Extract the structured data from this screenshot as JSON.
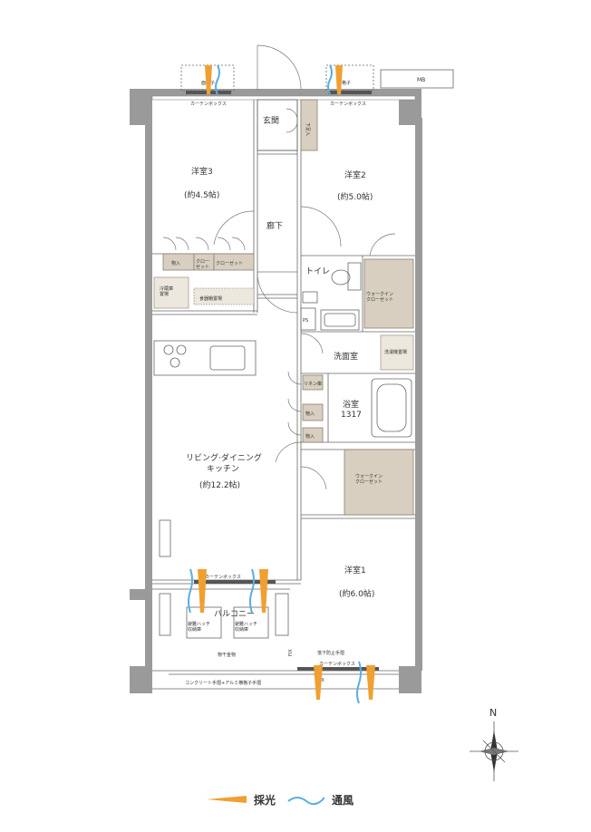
{
  "rooms": {
    "genkan": "玄関",
    "yoshitsu3": "洋室3",
    "yoshitsu3_size": "(約4.5帖)",
    "yoshitsu2": "洋室2",
    "yoshitsu2_size": "(約5.0帖)",
    "roka": "廊下",
    "toilet": "トイレ",
    "senmenshitsu": "洗面室",
    "yokushitsu": "浴室",
    "yokushitsu_size": "1317",
    "ldk_line1": "リビング·ダイニング",
    "ldk_line2": "キッチン",
    "ldk_size": "(約12.2帖)",
    "yoshitsu1": "洋室1",
    "yoshitsu1_size": "(約6.0帖)",
    "balcony": "バルコニー"
  },
  "labels": {
    "mb": "MB",
    "mado_ken_left": "面格子",
    "mado_ken_right": "面格子",
    "curtain_box_top_left": "カーテンボックス",
    "curtain_box_top_right": "カーテンボックス",
    "curtain_box_ldk": "カーテンボックス",
    "curtain_box_room1": "カーテンボックス",
    "geta_bako": "下足入",
    "mono_ire_1": "物入",
    "closet_small": "クロー\nゼット",
    "closet": "クローゼット",
    "reizoko": "冷蔵庫\n置場",
    "shokkidana": "食器棚置場",
    "wic_top": "ウォークイン\nクローゼット",
    "wic_bottom": "ウォークイン\nクローゼット",
    "sentakuki": "洗濯機置場",
    "linen": "リネン庫",
    "ps": "PS",
    "mono_ire_2": "物入",
    "mono_ire_3": "物入",
    "hinan_hatch_1": "避難ハッチ\n収納庫",
    "hinan_hatch_2": "避難ハッチ\n収納庫",
    "mono_hoshi": "物干金物",
    "fix_left": "FIX",
    "fix_right": "FIX",
    "tenraku": "落下防止手摺",
    "concrete": "コンクリート手摺+アルミ横格子手摺",
    "north": "N"
  },
  "legend": {
    "sun": "採光",
    "wind": "通風"
  },
  "colors": {
    "wall": "#9a9a9a",
    "sunlight": "#f0a030",
    "wind": "#5aaee0",
    "storage": "#d8cfc0"
  }
}
